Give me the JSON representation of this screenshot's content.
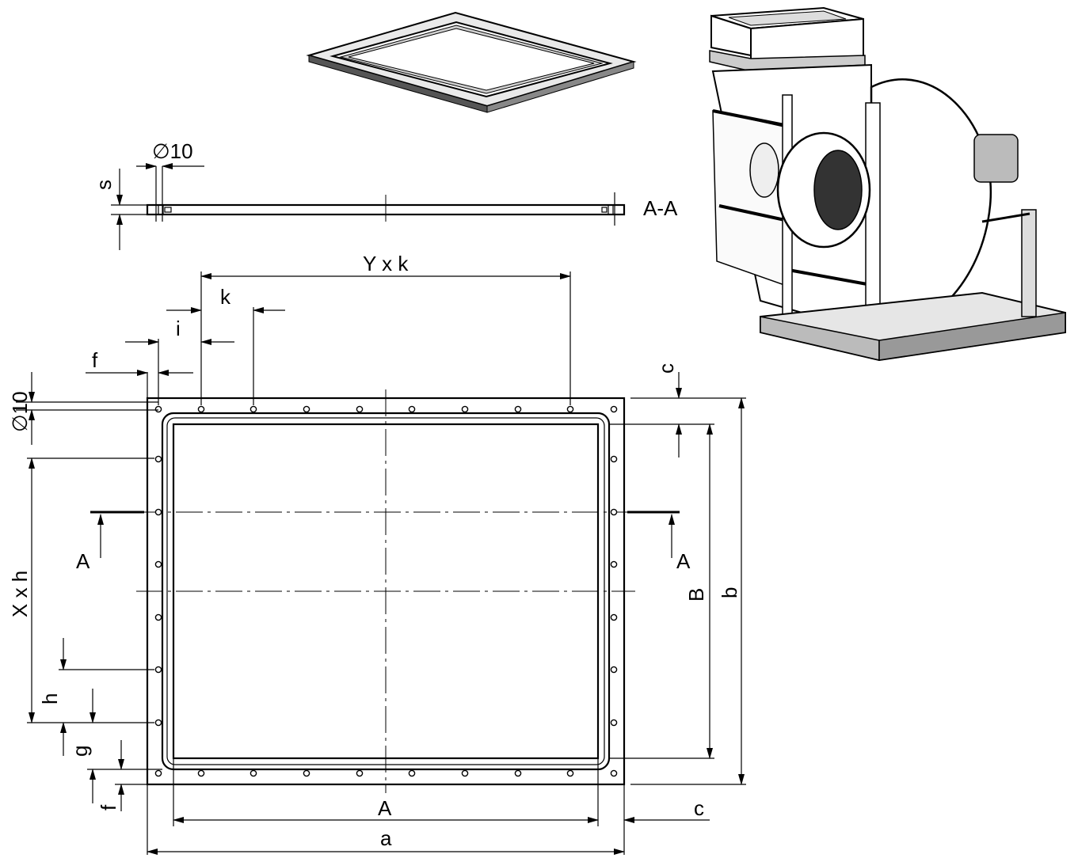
{
  "labels": {
    "hole_diameter_section": "∅10",
    "hole_diameter_plan": "∅10",
    "thickness": "s",
    "section_name": "A-A",
    "hole_pitch_row": "Y x k",
    "pitch_k": "k",
    "offset_i": "i",
    "offset_f_top": "f",
    "offset_f_left": "f",
    "flange_width_c_top": "c",
    "flange_width_c_bottom": "c",
    "hole_pitch_col": "X x h",
    "pitch_h": "h",
    "offset_g": "g",
    "section_arrow_left": "A",
    "section_arrow_right": "A",
    "inner_height": "B",
    "outer_height": "b",
    "inner_width": "A",
    "outer_width": "a"
  },
  "icons": {
    "flange_3d": "flange-frame-isometric",
    "fan_3d": "centrifugal-fan-isometric"
  }
}
